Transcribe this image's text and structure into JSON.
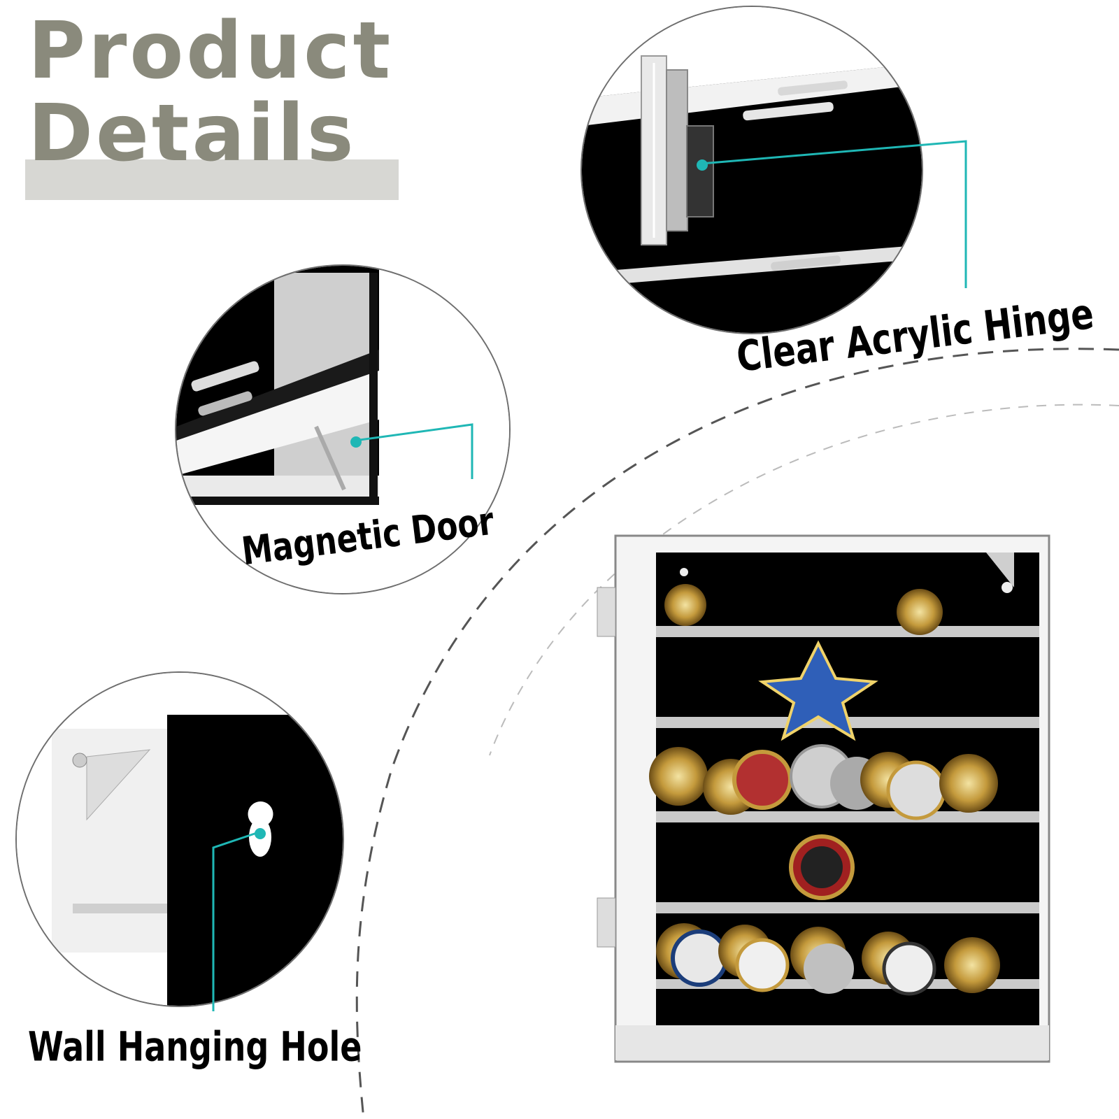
{
  "title": {
    "line1": "Product",
    "line2": "Details"
  },
  "callouts": {
    "hinge": "Clear Acrylic Hinge",
    "door": "Magnetic Door",
    "hole": "Wall Hanging Hole"
  },
  "colors": {
    "title_text": "#8a8a7c",
    "title_bar": "#d7d7d3",
    "accent_teal": "#1fb7b5",
    "cabinet_back": "#000000",
    "circle_border": "#6e6e6e",
    "dashed_arc": "#555555"
  }
}
